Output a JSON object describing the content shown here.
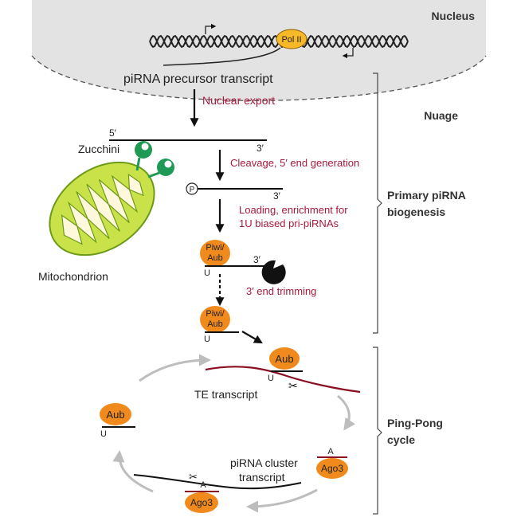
{
  "regions": {
    "nucleus": "Nucleus",
    "nuage": "Nuage",
    "primary_line1": "Primary piRNA",
    "primary_line2": "biogenesis",
    "pingpong_line1": "Ping-Pong",
    "pingpong_line2": "cycle"
  },
  "labels": {
    "pol2": "Pol II",
    "precursor": "piRNA precursor transcript",
    "nuclear_export": "Nuclear export",
    "five_prime": "5′",
    "three_prime_a": "3′",
    "three_prime_b": "3′",
    "three_prime_c": "3′",
    "zucchini": "Zucchini",
    "cleavage": "Cleavage, 5′ end generation",
    "phosphate": "P",
    "loading_line1": "Loading, enrichment for",
    "loading_line2": "1U biased pri-piRNAs",
    "piwi_aub_1a": "Piwi/",
    "piwi_aub_1b": "Aub",
    "piwi_aub_2a": "Piwi/",
    "piwi_aub_2b": "Aub",
    "u1": "U",
    "u2": "U",
    "u3": "U",
    "u4": "U",
    "trimming": "3′ end trimming",
    "mitochondrion": "Mitochondrion",
    "aub_top": "Aub",
    "aub_left": "Aub",
    "te_transcript": "TE transcript",
    "ago3_right": "Ago3",
    "ago3_bottom": "Ago3",
    "a_right": "A",
    "a_bottom": "A",
    "cluster_line1": "piRNA cluster",
    "cluster_line2": "transcript"
  },
  "colors": {
    "protein_orange": "#f08a1c",
    "pol2_yellow": "#f7b92a",
    "nucleus_grey": "#e3e3e3",
    "text_red": "#a8193d",
    "zucchini_green": "#1f9a55",
    "mito_light": "#c9e24a",
    "mito_outline": "#6c9a17",
    "mito_cristae": "#fff8dc",
    "te_rna": "#8a0f22",
    "cycle_arrow": "#bdbdbd"
  }
}
